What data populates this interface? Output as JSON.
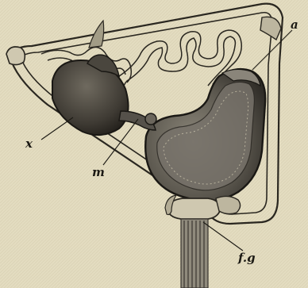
{
  "figure": {
    "labels": {
      "a": "a",
      "x": "x",
      "m": "m",
      "fg": "f.g"
    },
    "colors": {
      "paper": "#e3dcc0",
      "ink": "#1c1a14",
      "organ_dark": "#3a3630",
      "organ_mid": "#6b665c",
      "organ_light": "#8e897c",
      "tube": "#c9c3ac"
    }
  }
}
